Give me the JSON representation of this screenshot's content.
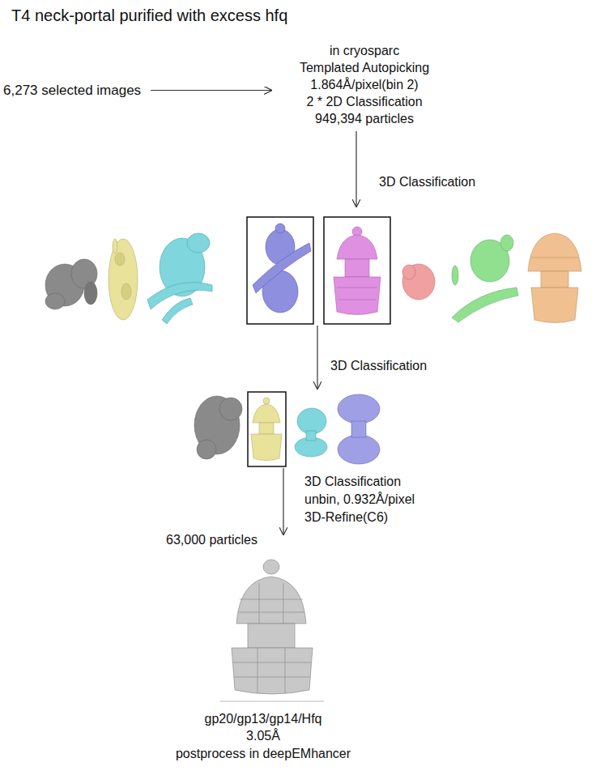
{
  "diagram": {
    "title": "T4 neck-portal purified with excess hfq",
    "nodes": [
      {
        "text": [
          "6,273 selected images"
        ]
      },
      {
        "text": [
          "in cryosparc",
          "Templated Autopicking",
          "1.864Å/pixel(bin 2)",
          "2 * 2D Classification",
          "949,394 particles"
        ]
      }
    ],
    "edges": [
      {
        "from": 0,
        "to": 1,
        "arrow": "to"
      }
    ],
    "labels": [
      "3D Classification",
      "3D Classification",
      "3D Classification",
      "unbin, 0.932Å/pixel",
      "3D-Refine(C6)",
      "63,000 particles",
      "gp20/gp13/gp14/Hfq",
      "3.05Å",
      "postprocess in deepEMhancer"
    ]
  }
}
